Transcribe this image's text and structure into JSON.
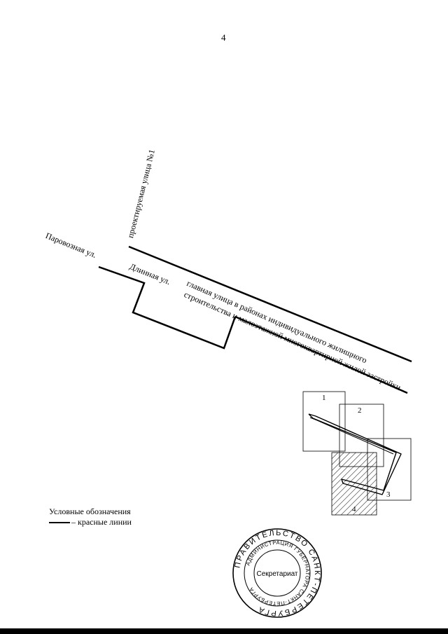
{
  "page": {
    "number": "4"
  },
  "map": {
    "street_project": "проектируемая улица №1",
    "street_parovoznaya": "Паровозная ул.",
    "street_dlinnaya": "Длинная ул.",
    "main_street_line1": "главная улица в районах индивидуального жилищного",
    "main_street_line2": "строительства и малоэтажной многоквартирной жилой застройки"
  },
  "inset": {
    "labels": [
      "1",
      "2",
      "3",
      "4"
    ]
  },
  "legend": {
    "title": "Условные обозначения",
    "item_label": "– красные линии"
  },
  "seal": {
    "outer_text": "ПРАВИТЕЛЬСТВО САНКТ-ПЕТЕРБУРГА",
    "inner_text": "АДМИНИСТРАЦИЯ ГУБЕРНАТОРА САНКТ-ПЕТЕРБУРГА",
    "center_text": "Секретариат"
  }
}
